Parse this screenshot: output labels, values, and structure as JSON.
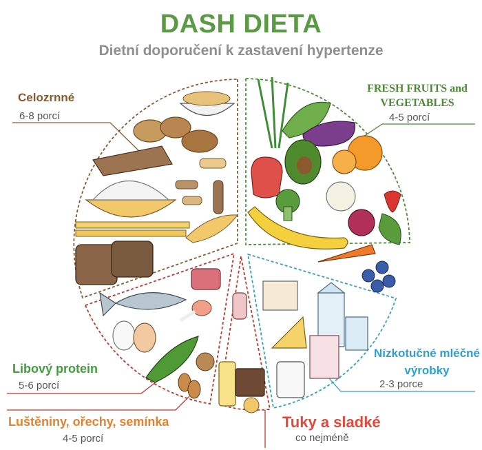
{
  "header": {
    "title": "DASH DIETA",
    "subtitle": "Dietní doporučení k zastavení hypertenze"
  },
  "groups": {
    "grains": {
      "label": "Celozrnné",
      "servings": "6-8 porcí",
      "color": "#8a5a2e"
    },
    "fruits": {
      "label": "FRESH FRUITS and VEGETABLES",
      "servings": "4-5 porcí",
      "color": "#4b8a35"
    },
    "protein": {
      "label": "Libový protein",
      "servings": "5-6 porcí",
      "color": "#3f9e3a"
    },
    "dairy": {
      "label": "Nízkotučné mléčné výrobky",
      "servings": "2-3 porce",
      "color": "#2e9fd1"
    },
    "legumes": {
      "label": "Luštěniny, ořechy, semínka",
      "servings": "4-5 porcí",
      "color": "#e2812f"
    },
    "fats": {
      "label": "Tuky a sladké",
      "servings": "co nejméně",
      "color": "#e04a3d"
    }
  },
  "icons": [
    "chips-bowl-icon",
    "potato-icon",
    "crispbread-icon",
    "rice-bowl-icon",
    "pasta-icon",
    "breadstick-icon",
    "bread-slice-icon",
    "spring-onion-icon",
    "kale-icon",
    "eggplant-icon",
    "bell-pepper-icon",
    "avocado-icon",
    "orange-icon",
    "broccoli-icon",
    "cauliflower-icon",
    "banana-icon",
    "beet-icon",
    "carrot-icon",
    "blueberry-icon",
    "fish-icon",
    "egg-icon",
    "pea-pod-icon",
    "almond-icon",
    "meat-icon",
    "yogurt-icon",
    "cheese-icon",
    "milk-carton-icon",
    "milk-glass-icon",
    "milk-jar-icon",
    "candy-icon",
    "oil-bottle-icon",
    "chocolate-icon"
  ]
}
